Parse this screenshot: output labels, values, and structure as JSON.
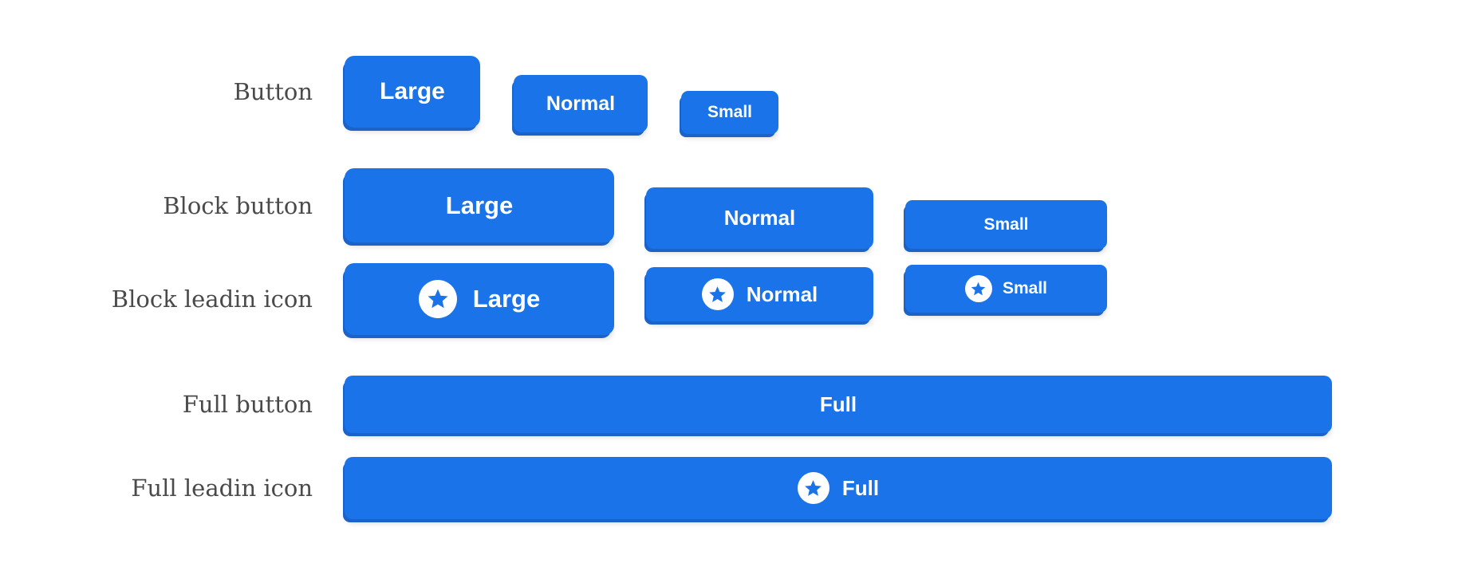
{
  "colors": {
    "button_blue": "#1a73e8",
    "button_shadow_blue": "#1b63c9",
    "button_text": "#ffffff",
    "label_gray": "#4a4a4a",
    "page_background": "#ffffff"
  },
  "icons": {
    "leading_icon": "star-in-circle-icon"
  },
  "rows": [
    {
      "label": "Button",
      "buttons": [
        {
          "label": "Large",
          "size": "large"
        },
        {
          "label": "Normal",
          "size": "normal"
        },
        {
          "label": "Small",
          "size": "small"
        }
      ]
    },
    {
      "label": "Block button",
      "buttons": [
        {
          "label": "Large",
          "size": "large"
        },
        {
          "label": "Normal",
          "size": "normal"
        },
        {
          "label": "Small",
          "size": "small"
        }
      ]
    },
    {
      "label": "Block leadin icon",
      "buttons": [
        {
          "label": "Large",
          "size": "large",
          "icon": "star"
        },
        {
          "label": "Normal",
          "size": "normal",
          "icon": "star"
        },
        {
          "label": "Small",
          "size": "small",
          "icon": "star"
        }
      ]
    },
    {
      "label": "Full button",
      "buttons": [
        {
          "label": "Full",
          "size": "full"
        }
      ]
    },
    {
      "label": "Full leadin icon",
      "buttons": [
        {
          "label": "Full",
          "size": "full",
          "icon": "star"
        }
      ]
    }
  ]
}
